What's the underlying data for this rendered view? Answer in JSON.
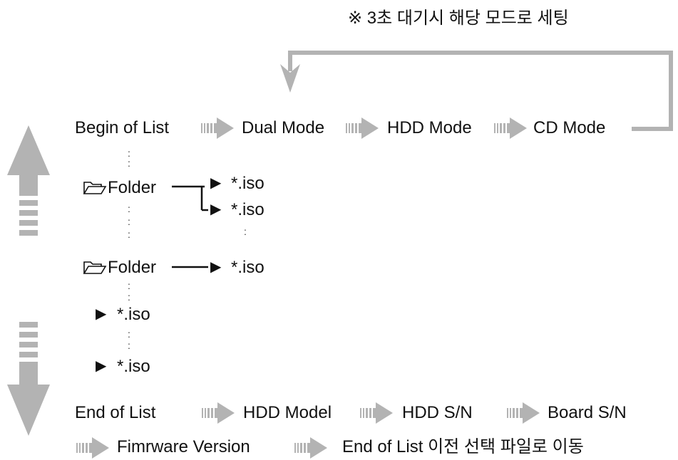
{
  "note": "※ 3초 대기시 해당 모드로 세팅",
  "top_row": {
    "begin": "Begin of List",
    "dual": "Dual Mode",
    "hdd": "HDD Mode",
    "cd": "CD Mode"
  },
  "list": {
    "folder1": "Folder",
    "folder1_file1": "*.iso",
    "folder1_file2": "*.iso",
    "folder2": "Folder",
    "folder2_file1": "*.iso",
    "file1": "*.iso",
    "file2": "*.iso",
    "dots": ":"
  },
  "bottom_row1": {
    "end": "End of List",
    "model": "HDD Model",
    "sn": "HDD S/N",
    "board": "Board S/N"
  },
  "bottom_row2": {
    "firmware": "Fimrware Version",
    "end_move": "End of List 이전 선택 파일로 이동"
  },
  "icons": [
    "up-arrow-icon",
    "down-arrow-icon",
    "folder-icon",
    "play-triangle-icon",
    "right-arrow-icon",
    "loop-arrow-icon"
  ],
  "colors": {
    "arrow_gray": "#b3b3b3",
    "text": "#111111"
  }
}
